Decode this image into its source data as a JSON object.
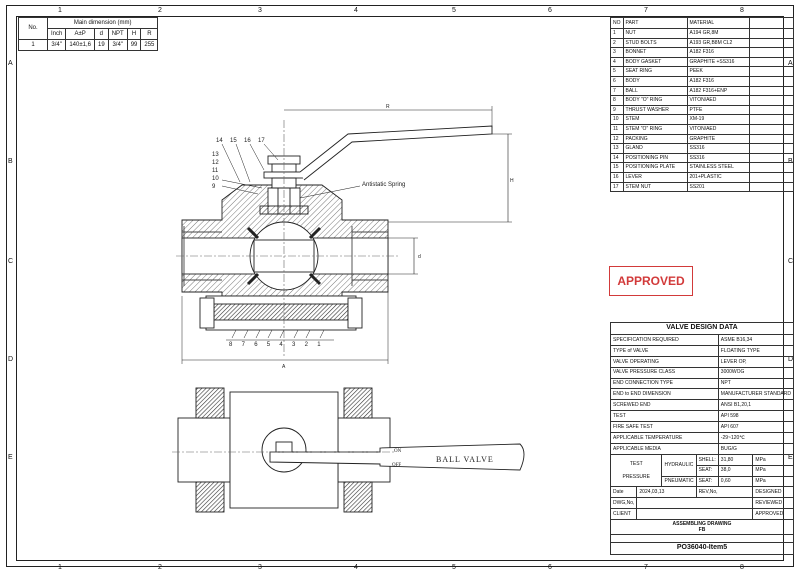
{
  "zones": {
    "columns": [
      "1",
      "2",
      "3",
      "4",
      "5",
      "6",
      "7",
      "8"
    ],
    "rows": [
      "A",
      "B",
      "C",
      "D",
      "E"
    ]
  },
  "main_dimension": {
    "no_header": "No.",
    "title": "Main dimension (mm)",
    "headers": [
      "Inch",
      "A±P",
      "d",
      "NPT",
      "H",
      "R"
    ],
    "rows": [
      [
        "1",
        "3/4\"",
        "140±1,6",
        "19",
        "3/4\"",
        "99",
        "255"
      ]
    ]
  },
  "bom": {
    "headers": [
      "NO",
      "PART",
      "MATERIAL",
      ""
    ],
    "rows": [
      [
        "1",
        "NUT",
        "A194 GR,8M",
        ""
      ],
      [
        "2",
        "STUD BOLTS",
        "A193 GR,B8M CL2",
        ""
      ],
      [
        "3",
        "BONNET",
        "A182 F316",
        ""
      ],
      [
        "4",
        "BODY GASKET",
        "GRAPHITE +SS316",
        ""
      ],
      [
        "5",
        "SEAT RING",
        "PEEK",
        ""
      ],
      [
        "6",
        "BODY",
        "A182 F316",
        ""
      ],
      [
        "7",
        "BALL",
        "A182 F316+ENP",
        ""
      ],
      [
        "8",
        "BODY \"O\" RING",
        "VITON/AED",
        ""
      ],
      [
        "9",
        "THRUST WASHER",
        "PTFE",
        ""
      ],
      [
        "10",
        "STEM",
        "XM-19",
        ""
      ],
      [
        "11",
        "STEM \"O\" RING",
        "VITON/AED",
        ""
      ],
      [
        "12",
        "PACKING",
        "GRAPHITE",
        ""
      ],
      [
        "13",
        "GLAND",
        "SS316",
        ""
      ],
      [
        "14",
        "POSITIONING PIN",
        "SS316",
        ""
      ],
      [
        "15",
        "POSITIONING PLATE",
        "STAINLESS STEEL",
        ""
      ],
      [
        "16",
        "LEVER",
        "201+PLASTIC",
        ""
      ],
      [
        "17",
        "STEM NUT",
        "SS201",
        ""
      ]
    ]
  },
  "stamp": "APPROVED",
  "drawing": {
    "antistatic_label": "Antistatic Spring",
    "top_callouts": [
      "14",
      "15",
      "16",
      "17"
    ],
    "left_callouts": [
      "13",
      "12",
      "11",
      "10",
      "9"
    ],
    "bottom_callouts": [
      "8",
      "7",
      "6",
      "5",
      "4",
      "3",
      "2",
      "1"
    ],
    "dim_A": "A",
    "dim_H": "H",
    "dim_R": "R",
    "dim_d": "d",
    "plate_on": "ON",
    "plate_off": "OFF",
    "lever_text": "BALL VALVE"
  },
  "valve_design": {
    "title": "VALVE DESIGN DATA",
    "rows": [
      [
        "SPECIFICATION REQUIRED",
        "ASME B16,34"
      ],
      [
        "TYPE of VALVE",
        "FLOATING TYPE"
      ],
      [
        "VALVE OPERATING",
        "LEVER OP,"
      ],
      [
        "VALVE PRESSURE CLASS",
        "3000WOG"
      ],
      [
        "END CONNECTION TYPE",
        "NPT"
      ],
      [
        "END to END DIMENSION",
        "MANUFACTURER STANDARD"
      ],
      [
        "SCREWED END",
        "ANSI B1,20,1"
      ],
      [
        "TEST",
        "API 598"
      ],
      [
        "FIRE SAFE TEST",
        "API 607"
      ],
      [
        "APPLICABLE TEMPERATURE",
        "-29~120℃"
      ],
      [
        "APPLICABLE MEDIA",
        "BUG/G"
      ]
    ],
    "test_pressure": {
      "label_1": "TEST",
      "label_2": "PRESSURE",
      "hydraulic": "HYDRAULIC",
      "pneumatic": "PNEUMATIC",
      "shell": "SHELL:",
      "seat1": "SEAT:",
      "seat2": "SEAT:",
      "shell_val": "31,80",
      "seat1_val": "38,0",
      "seat2_val": "0,60",
      "unit": "MPa"
    },
    "date_label": "Date",
    "date_value": "2024,03,13",
    "rev_label": "REV,No,",
    "designed": "DESIGNED",
    "dwg_label": "DWG,No,",
    "reviewed": "REVIEWED",
    "client_label": "CLIENT",
    "approved_label": "APPROVED",
    "assembling_1": "ASSEMBLING DRAWING",
    "assembling_2": "FB",
    "drawing_no": "PO36040-Item5"
  }
}
